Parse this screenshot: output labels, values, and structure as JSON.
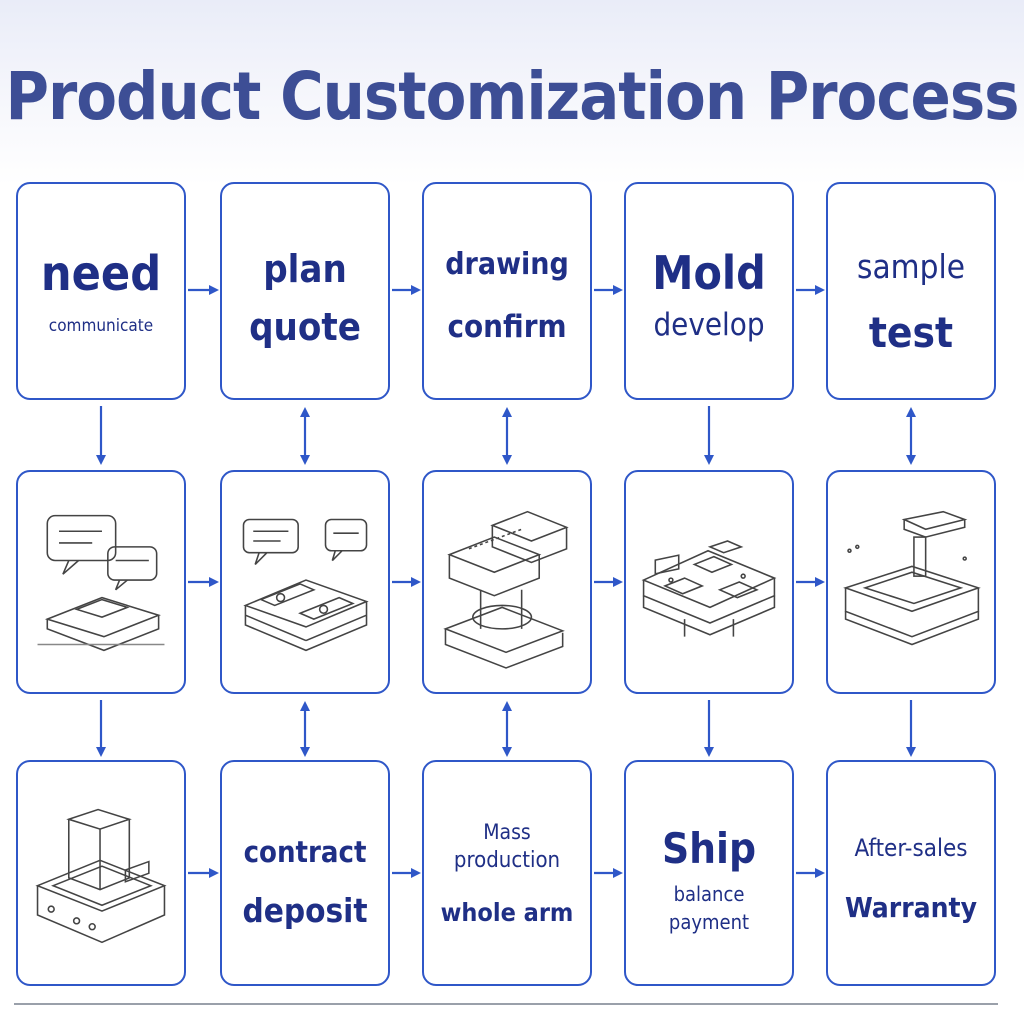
{
  "title": "Product Customization Process",
  "colors": {
    "accent": "#2f57c8",
    "text": "#1f2f86",
    "title": "#3d4e95"
  },
  "row1": [
    {
      "big": "need",
      "small": "communicate"
    },
    {
      "line1": "plan",
      "line2": "quote"
    },
    {
      "line1": "drawing",
      "line2": "confirm"
    },
    {
      "big": "Mold",
      "small": "develop"
    },
    {
      "line1": "sample",
      "line2": "test"
    }
  ],
  "row2": [
    {
      "icon": "chat-bubbles-laptop-icon"
    },
    {
      "icon": "chat-bubbles-mold-plate-icon"
    },
    {
      "icon": "mold-assembly-icon"
    },
    {
      "icon": "mold-cavity-plate-icon"
    },
    {
      "icon": "finished-part-icon"
    }
  ],
  "row3": [
    {
      "icon": "die-block-icon"
    },
    {
      "line1": "contract",
      "line2": "deposit"
    },
    {
      "line1": "Mass",
      "line2": "production",
      "line3": "whole arm"
    },
    {
      "big": "Ship",
      "small1": "balance",
      "small2": "payment"
    },
    {
      "line1": "After-sales",
      "line2": "Warranty"
    }
  ]
}
